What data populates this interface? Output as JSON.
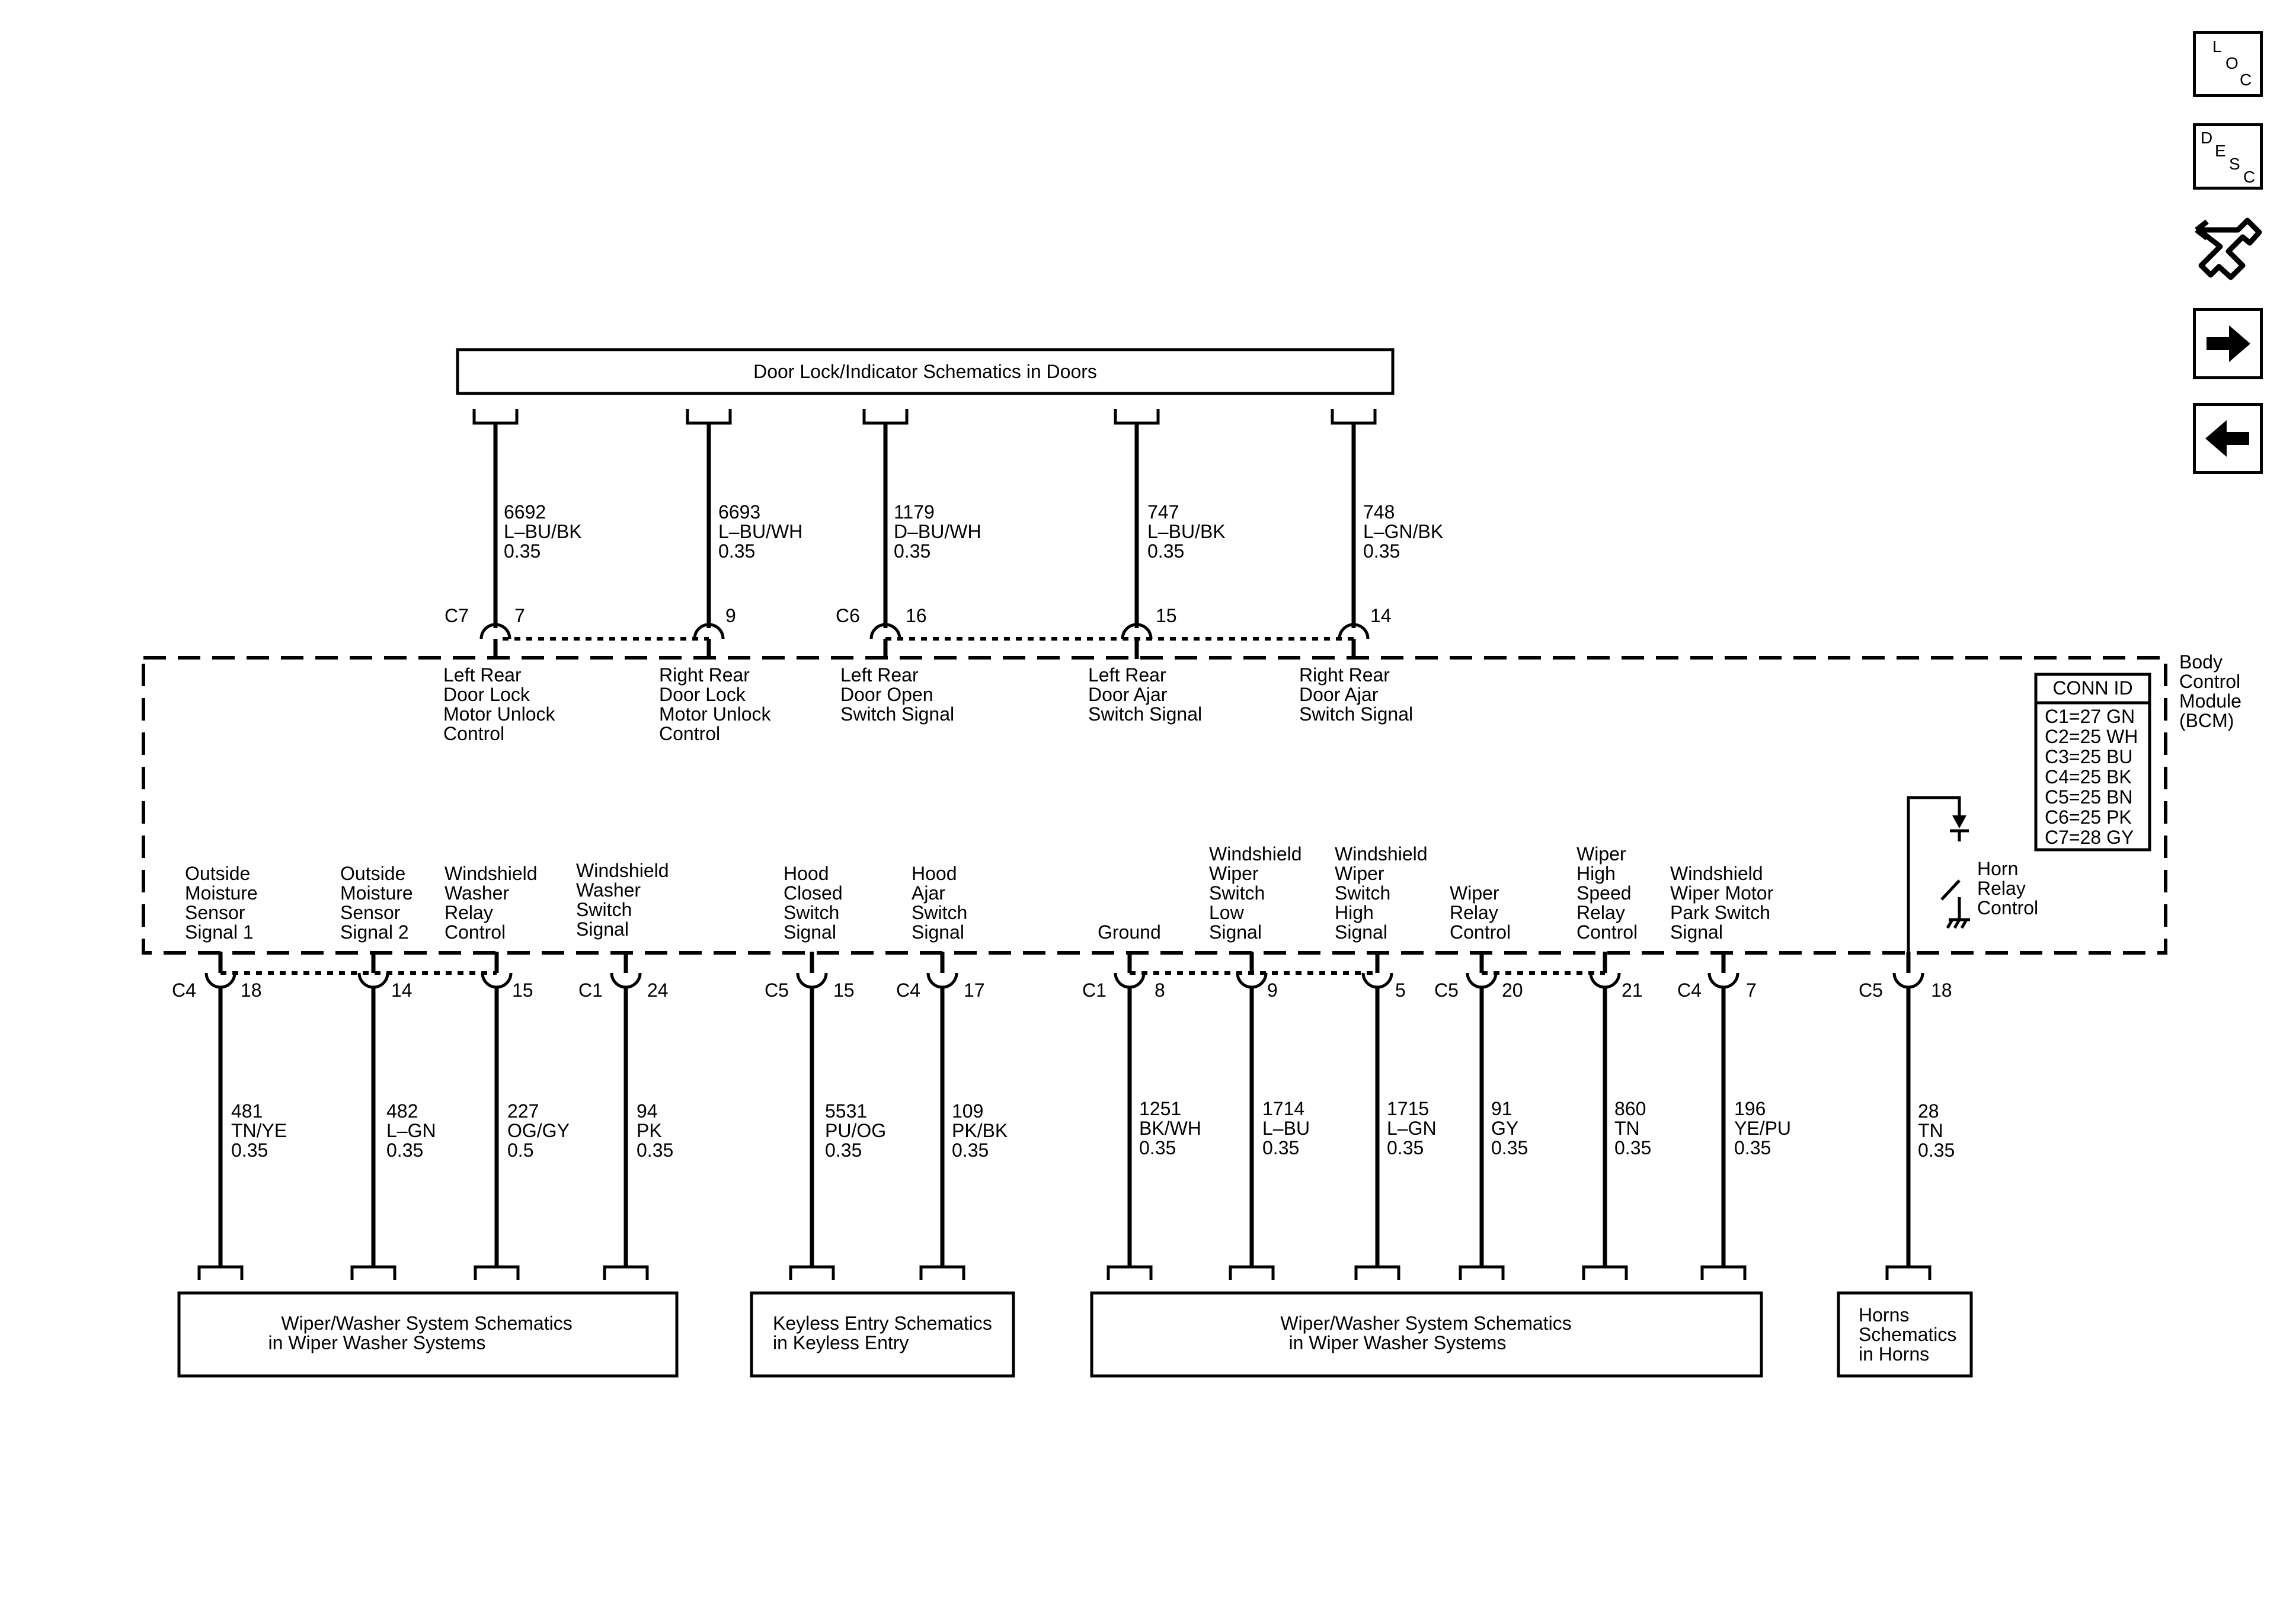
{
  "top_box": {
    "label": "Door Lock/Indicator Schematics in Doors"
  },
  "module": {
    "name": [
      "Body",
      "Control",
      "Module",
      "(BCM)"
    ]
  },
  "conn_table": {
    "header": "CONN ID",
    "rows": [
      "C1=27 GN",
      "C2=25 WH",
      "C3=25 BU",
      "C4=25 BK",
      "C5=25 BN",
      "C6=25 PK",
      "C7=28 GY"
    ]
  },
  "top_circuits": [
    {
      "circuit": "6692",
      "color": "L–BU/BK",
      "gauge": "0.35",
      "conn": "C7",
      "pin": "7",
      "signal": [
        "Left Rear",
        "Door Lock",
        "Motor Unlock",
        "Control"
      ]
    },
    {
      "circuit": "6693",
      "color": "L–BU/WH",
      "gauge": "0.35",
      "conn": "",
      "pin": "9",
      "signal": [
        "Right Rear",
        "Door Lock",
        "Motor Unlock",
        "Control"
      ]
    },
    {
      "circuit": "1179",
      "color": "D–BU/WH",
      "gauge": "0.35",
      "conn": "C6",
      "pin": "16",
      "signal": [
        "Left Rear",
        "Door Open",
        "Switch Signal"
      ]
    },
    {
      "circuit": "747",
      "color": "L–BU/BK",
      "gauge": "0.35",
      "conn": "",
      "pin": "15",
      "signal": [
        "Left Rear",
        "Door Ajar",
        "Switch Signal"
      ]
    },
    {
      "circuit": "748",
      "color": "L–GN/BK",
      "gauge": "0.35",
      "conn": "",
      "pin": "14",
      "signal": [
        "Right Rear",
        "Door Ajar",
        "Switch Signal"
      ]
    }
  ],
  "bottom_circuits": [
    {
      "conn": "C4",
      "pin": "18",
      "signal": [
        "Outside",
        "Moisture",
        "Sensor",
        "Signal 1"
      ],
      "circuit": "481",
      "color": "TN/YE",
      "gauge": "0.35"
    },
    {
      "conn": "",
      "pin": "14",
      "signal": [
        "Outside",
        "Moisture",
        "Sensor",
        "Signal 2"
      ],
      "circuit": "482",
      "color": "L–GN",
      "gauge": "0.35"
    },
    {
      "conn": "",
      "pin": "15",
      "signal": [
        "Windshield",
        "Washer",
        "Relay",
        "Control"
      ],
      "circuit": "227",
      "color": "OG/GY",
      "gauge": "0.5"
    },
    {
      "conn": "C1",
      "pin": "24",
      "signal": [
        "Windshield",
        "Washer",
        "Switch",
        "Signal"
      ],
      "circuit": "94",
      "color": "PK",
      "gauge": "0.35"
    },
    {
      "conn": "C5",
      "pin": "15",
      "signal": [
        "Hood",
        "Closed",
        "Switch",
        "Signal"
      ],
      "circuit": "5531",
      "color": "PU/OG",
      "gauge": "0.35"
    },
    {
      "conn": "C4",
      "pin": "17",
      "signal": [
        "Hood",
        "Ajar",
        "Switch",
        "Signal"
      ],
      "circuit": "109",
      "color": "PK/BK",
      "gauge": "0.35"
    },
    {
      "conn": "C1",
      "pin": "8",
      "signal": [
        "Ground"
      ],
      "circuit": "1251",
      "color": "BK/WH",
      "gauge": "0.35"
    },
    {
      "conn": "",
      "pin": "9",
      "signal": [
        "Windshield",
        "Wiper",
        "Switch",
        "Low",
        "Signal"
      ],
      "circuit": "1714",
      "color": "L–BU",
      "gauge": "0.35"
    },
    {
      "conn": "",
      "pin": "5",
      "signal": [
        "Windshield",
        "Wiper",
        "Switch",
        "High",
        "Signal"
      ],
      "circuit": "1715",
      "color": "L–GN",
      "gauge": "0.35"
    },
    {
      "conn": "C5",
      "pin": "20",
      "signal": [
        "Wiper",
        "Relay",
        "Control"
      ],
      "circuit": "91",
      "color": "GY",
      "gauge": "0.35"
    },
    {
      "conn": "",
      "pin": "21",
      "signal": [
        "Wiper",
        "High",
        "Speed",
        "Relay",
        "Control"
      ],
      "circuit": "860",
      "color": "TN",
      "gauge": "0.35"
    },
    {
      "conn": "C4",
      "pin": "7",
      "signal": [
        "Windshield",
        "Wiper Motor",
        "Park Switch",
        "Signal"
      ],
      "circuit": "196",
      "color": "YE/PU",
      "gauge": "0.35"
    },
    {
      "conn": "C5",
      "pin": "18",
      "signal": [],
      "circuit": "28",
      "color": "TN",
      "gauge": "0.35"
    }
  ],
  "horn_relay": {
    "label": [
      "Horn",
      "Relay",
      "Control"
    ]
  },
  "bottom_boxes": [
    {
      "label": [
        "Wiper/Washer System Schematics",
        "in Wiper Washer Systems"
      ]
    },
    {
      "label": [
        "Keyless Entry Schematics",
        "in Keyless Entry"
      ]
    },
    {
      "label": [
        "Wiper/Washer System Schematics",
        "in Wiper Washer Systems"
      ]
    },
    {
      "label": [
        "Horns",
        "Schematics",
        "in Horns"
      ]
    }
  ],
  "nav": {
    "loc_letters": [
      "L",
      "O",
      "C"
    ],
    "desc_letters": [
      "D",
      "E",
      "S",
      "C"
    ],
    "icons": [
      "loc-button-icon",
      "desc-button-icon",
      "connector-repair-icon",
      "arrow-right-icon",
      "arrow-left-icon"
    ]
  }
}
